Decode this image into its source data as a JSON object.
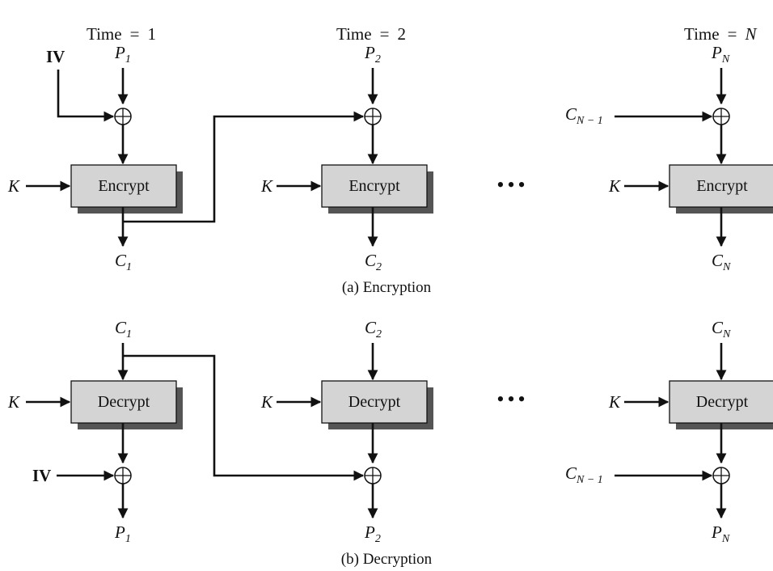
{
  "time_labels": [
    {
      "prefix": "Time",
      "eq": "=",
      "value": "1"
    },
    {
      "prefix": "Time",
      "eq": "=",
      "value": "2"
    },
    {
      "prefix": "Time",
      "eq": "=",
      "value": "N"
    }
  ],
  "encryption": {
    "caption": "(a) Encryption",
    "block_label": "Encrypt",
    "iv": "IV",
    "key": "K",
    "chain_input": {
      "base": "C",
      "sub": "N − 1"
    },
    "inputs": [
      {
        "base": "P",
        "sub": "1"
      },
      {
        "base": "P",
        "sub": "2"
      },
      {
        "base": "P",
        "sub": "N"
      }
    ],
    "outputs": [
      {
        "base": "C",
        "sub": "1"
      },
      {
        "base": "C",
        "sub": "2"
      },
      {
        "base": "C",
        "sub": "N"
      }
    ]
  },
  "decryption": {
    "caption": "(b) Decryption",
    "block_label": "Decrypt",
    "iv": "IV",
    "key": "K",
    "chain_input": {
      "base": "C",
      "sub": "N − 1"
    },
    "inputs": [
      {
        "base": "C",
        "sub": "1"
      },
      {
        "base": "C",
        "sub": "2"
      },
      {
        "base": "C",
        "sub": "N"
      }
    ],
    "outputs": [
      {
        "base": "P",
        "sub": "1"
      },
      {
        "base": "P",
        "sub": "2"
      },
      {
        "base": "P",
        "sub": "N"
      }
    ]
  },
  "ellipsis": "•••"
}
